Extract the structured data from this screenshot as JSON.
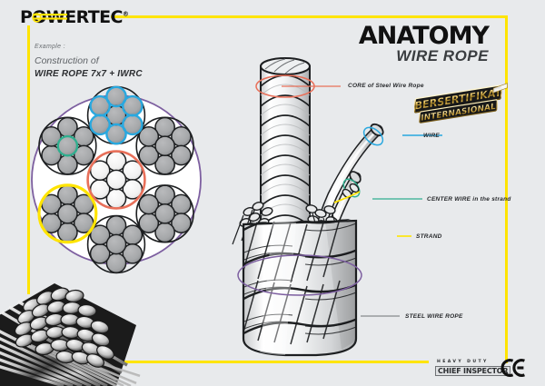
{
  "brand": {
    "logo_text": "POWERTEC",
    "registered_mark": "®"
  },
  "title": {
    "main": "ANATOMY",
    "sub": "WIRE ROPE"
  },
  "caption": {
    "example_label": "Example :",
    "line1": "Construction of",
    "line2": "WIRE ROPE 7x7 + IWRC"
  },
  "badge": {
    "line1": "BERSERTIFIKAT",
    "line2": "INTERNASIONAL"
  },
  "callouts": [
    {
      "id": "core",
      "text": "CORE of Steel Wire Rope",
      "bold": "CORE",
      "rest": " of Steel Wire Rope",
      "color": "#e8705a"
    },
    {
      "id": "wire",
      "text": "WIRE",
      "bold": "WIRE",
      "rest": "",
      "color": "#29a8df"
    },
    {
      "id": "center-wire",
      "text": "CENTER WIRE in the strand",
      "bold": "CENTER WIRE",
      "rest": " in the strand",
      "color": "#2fae8e"
    },
    {
      "id": "strand",
      "text": "STRAND",
      "bold": "STRAND",
      "rest": "",
      "color": "#ffe400"
    },
    {
      "id": "steel-rope",
      "text": "STEEL WIRE ROPE",
      "bold": "STEEL WIRE ROPE",
      "rest": "",
      "color": "#6e7275"
    }
  ],
  "footer": {
    "heavy_duty": "HEAVY DUTY",
    "chief_inspector": "CHIEF INSPECTOR",
    "ce_mark": "CE"
  },
  "colors": {
    "background": "#e8eaec",
    "frame_yellow": "#ffe400",
    "core_red": "#e8705a",
    "wire_cyan": "#29a8df",
    "center_green": "#2fae8e",
    "strand_yellow": "#ffe400",
    "rope_purple": "#7d5fa0",
    "ink": "#26282b"
  },
  "diagram": {
    "cross_section": {
      "name": "7x7 + IWRC cross section",
      "outer_ring_color": "#7d5fa0",
      "strand_count": 7,
      "wires_per_strand": 7,
      "core_highlight": "#e8705a",
      "top_strand_highlight": "#29a8df",
      "center_wire_highlight": "#2fae8e",
      "lower_left_strand_highlight": "#ffe400"
    }
  }
}
